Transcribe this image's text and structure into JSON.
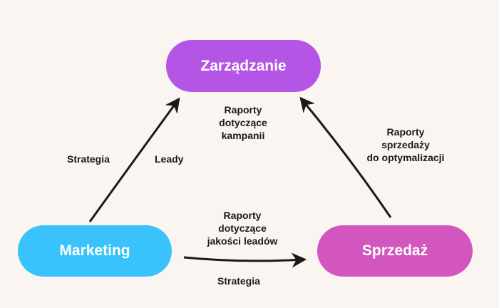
{
  "nodes": {
    "top": {
      "label": "Zarządzanie",
      "color": "#b455e6"
    },
    "left": {
      "label": "Marketing",
      "color": "#39c2fb"
    },
    "right": {
      "label": "Sprzedaż",
      "color": "#d356bf"
    }
  },
  "edge_labels": {
    "marketing_to_zarzadzanie_left": "Strategia",
    "marketing_to_zarzadzanie_right": "Leady",
    "top_center": [
      "Raporty",
      "dotyczące",
      "kampanii"
    ],
    "sprzedaz_to_zarzadzanie": [
      "Raporty",
      "sprzedaży",
      "do optymalizacji"
    ],
    "marketing_to_sprzedaz_above": [
      "Raporty",
      "dotyczące",
      "jakości leadów"
    ],
    "marketing_to_sprzedaz_below": "Strategia"
  },
  "colors": {
    "arrow": "#1a1a1a",
    "background": "#faf5f1"
  }
}
